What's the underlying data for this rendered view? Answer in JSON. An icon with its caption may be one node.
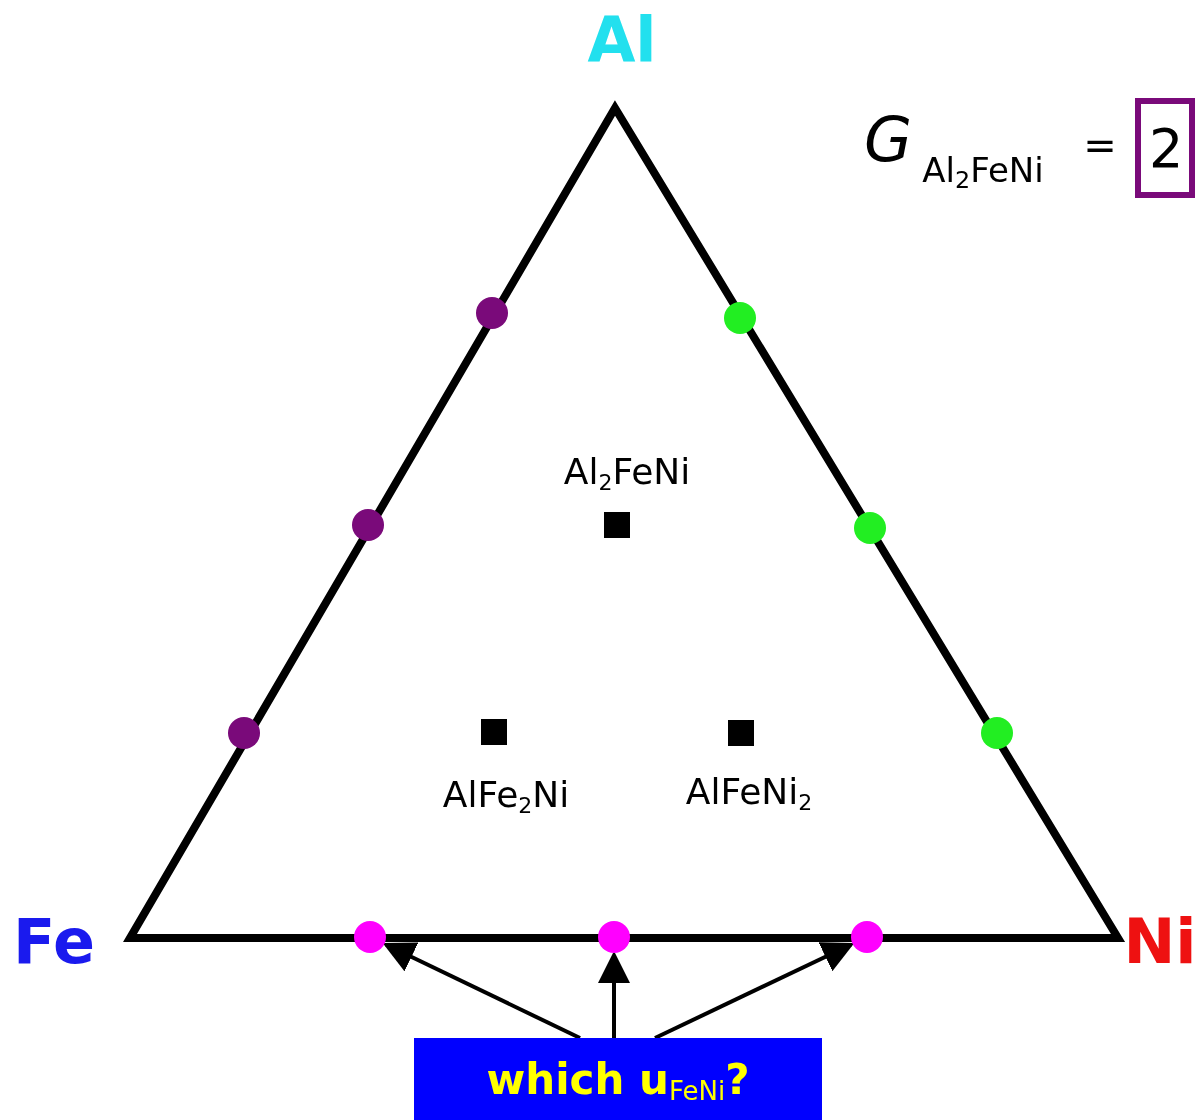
{
  "diagram": {
    "nodes": [
      {
        "text": [
          "2"
        ]
      },
      {
        "text": [],
        "shape": "circle"
      },
      {
        "text": [],
        "shape": "circle"
      },
      {
        "text": [],
        "shape": "box",
        "beside": [
          "Al$_{2}$FeNi"
        ]
      },
      {
        "text": [],
        "shape": "circle"
      },
      {
        "text": [],
        "shape": "circle"
      },
      {
        "text": [],
        "shape": "circle"
      },
      {
        "text": [],
        "shape": "box",
        "beside": [
          "AlFe$_{2}$Ni"
        ]
      },
      {
        "text": [],
        "shape": "box",
        "beside": [
          "AlFeNi$_{2}$"
        ]
      },
      {
        "text": [],
        "shape": "circle"
      },
      {
        "text": [],
        "shape": "circle"
      },
      {
        "text": [],
        "shape": "circle"
      },
      {
        "text": [],
        "shape": "circle"
      },
      {
        "text": [
          "which u$_{FeNi}$?"
        ]
      }
    ],
    "edges": [
      {
        "from": 13,
        "to": 10,
        "arrow": "to"
      },
      {
        "from": 13,
        "to": 11,
        "arrow": "to"
      },
      {
        "from": 13,
        "to": 12,
        "arrow": "to"
      }
    ],
    "labels": [
      "Al",
      "G",
      "Al$_{2}$FeNi",
      "=",
      "Fe",
      "Ni"
    ]
  }
}
